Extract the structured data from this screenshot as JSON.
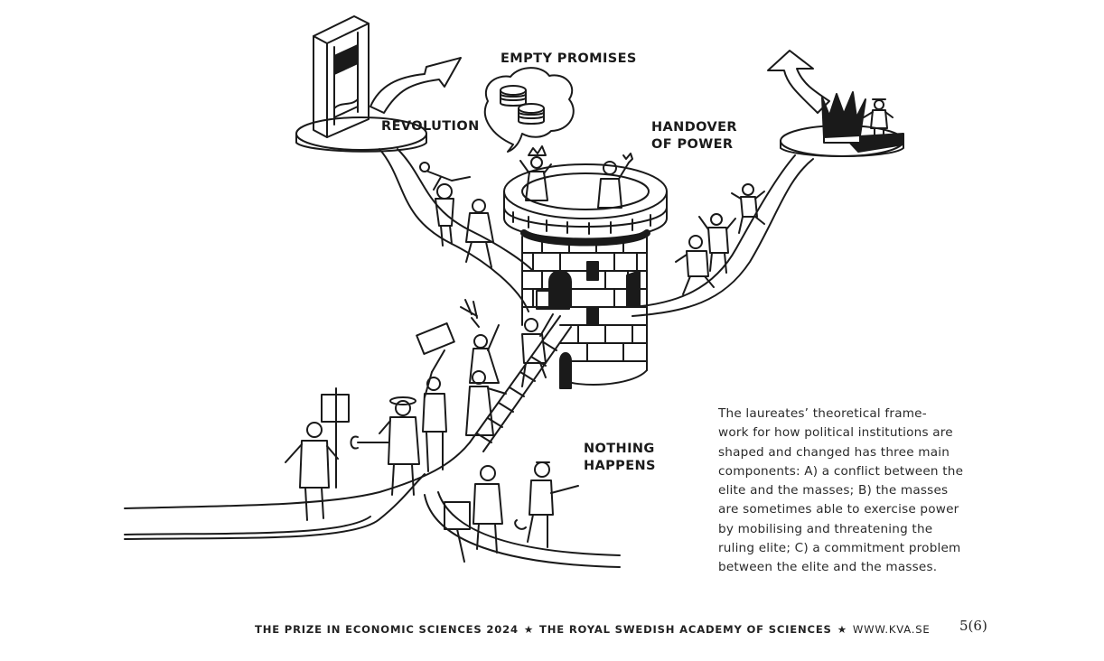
{
  "labels": {
    "empty_promises": "EMPTY PROMISES",
    "revolution": "REVOLUTION",
    "handover_line1": "HANDOVER",
    "handover_line2": "OF POWER",
    "nothing_line1": "NOTHING",
    "nothing_line2": "HAPPENS"
  },
  "caption_lines": [
    "The laureates’ theoretical frame-",
    "work for how political institutions are",
    "shaped and changed has three main",
    "components: A) a conflict between the",
    "elite and the masses; B) the masses",
    "are sometimes able to exercise power",
    "by mobilising and threatening the",
    "ruling elite; C) a commitment problem",
    "between the elite and the masses."
  ],
  "footer": {
    "part1": "THE PRIZE IN ECONOMIC SCIENCES 2024",
    "star": "★",
    "part2": "THE ROYAL SWEDISH ACADEMY OF SCIENCES",
    "url": "WWW.KVA.SE",
    "page": "5(6)"
  },
  "icons": [
    "guillotine-icon",
    "crown-icon",
    "coins-icon",
    "tower-icon",
    "arrow-icon"
  ]
}
